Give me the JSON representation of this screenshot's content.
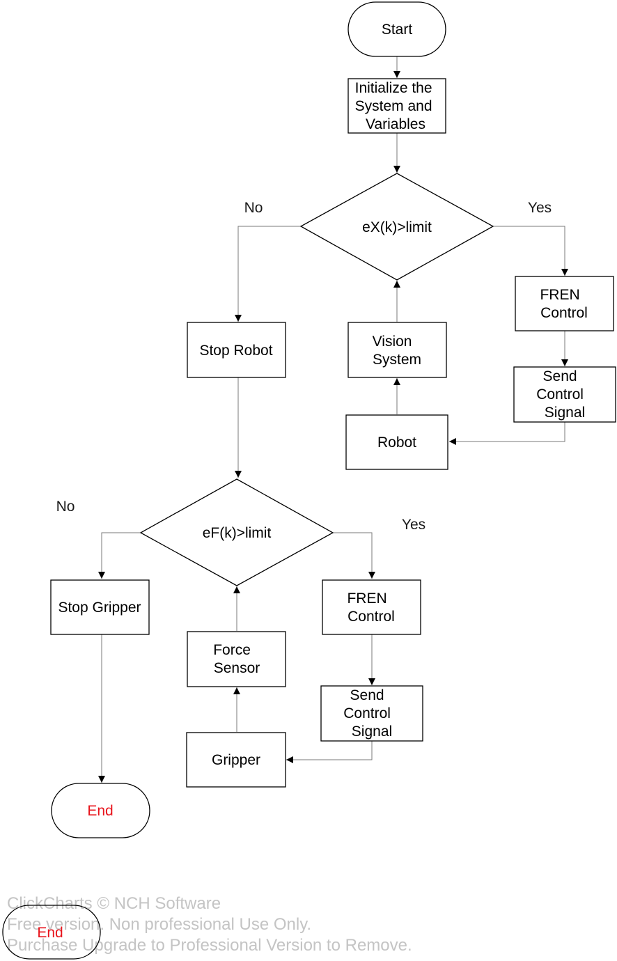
{
  "nodes": {
    "start": "Start",
    "init": [
      "Initialize the",
      "System and",
      "Variables"
    ],
    "decision_x": "eX(k)>limit",
    "stop_robot": "Stop Robot",
    "vision": [
      "Vision",
      "System"
    ],
    "fren1": [
      "FREN",
      "Control"
    ],
    "send1": [
      "Send",
      "Control",
      "Signal"
    ],
    "robot": "Robot",
    "decision_f": "eF(k)>limit",
    "stop_gripper": "Stop Gripper",
    "force": [
      "Force",
      "Sensor"
    ],
    "fren2": [
      "FREN",
      "Control"
    ],
    "send2": [
      "Send",
      "Control",
      "Signal"
    ],
    "gripper": "Gripper",
    "end": "End",
    "end_watermark": "End"
  },
  "labels": {
    "x_no": "No",
    "x_yes": "Yes",
    "f_no": "No",
    "f_yes": "Yes"
  },
  "watermark": [
    "ClickCharts © NCH Software",
    "Free version. Non professional Use Only.",
    "Purchase Upgrade to Professional Version to Remove."
  ],
  "colors": {
    "end_text": "#e8141c",
    "watermark": "#c4c4c4"
  }
}
